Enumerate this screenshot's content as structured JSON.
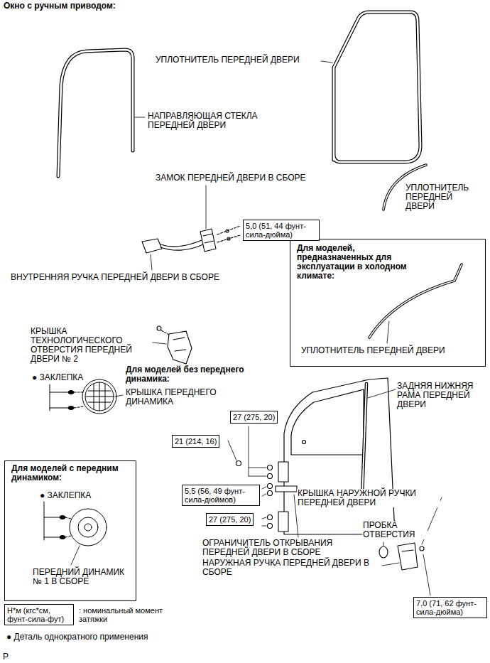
{
  "diagram": {
    "title": "Окно с ручным приводом:",
    "nodes": [
      {
        "text": [
          "Для моделей, предназначенных для эксплуатации в холодном климате:",
          "УПЛОТНИТЕЛЬ ПЕРЕДНЕЙ ДВЕРИ"
        ]
      },
      {
        "text": [
          "Для моделей с передним динамиком:",
          "● ЗАКЛЕПКА",
          "ПЕРЕДНИЙ ДИНАМИК № 1 В СБОРЕ"
        ]
      },
      {
        "text": [
          "5,0 (51, 44 фунт-сила-дюйма)"
        ]
      },
      {
        "text": [
          "27 (275, 20)"
        ]
      },
      {
        "text": [
          "21 (214, 16)"
        ]
      },
      {
        "text": [
          "5,5 (56, 49 фунт-сила-дюймов)"
        ]
      },
      {
        "text": [
          "27 (275, 20)"
        ]
      },
      {
        "text": [
          "7,0 (71, 62 фунт-сила-дюйма)"
        ]
      },
      {
        "text": [
          "Н*м (кгс*см, фунт-сила-фут)",
          ": номинальный момент затяжки"
        ]
      }
    ],
    "labels": [
      "УПЛОТНИТЕЛЬ ПЕРЕДНЕЙ ДВЕРИ",
      "НАПРАВЛЯЮЩАЯ СТЕКЛА ПЕРЕДНЕЙ ДВЕРИ",
      "ЗАМОК ПЕРЕДНЕЙ ДВЕРИ В СБОРЕ",
      "УПЛОТНИТЕЛЬ ПЕРЕДНЕЙ ДВЕРИ",
      "ВНУТРЕННЯЯ РУЧКА ПЕРЕДНЕЙ ДВЕРИ В СБОРЕ",
      "КРЫШКА ТЕХНОЛОГИЧЕСКОГО ОТВЕРСТИЯ ПЕРЕДНЕЙ ДВЕРИ № 2",
      "● ЗАКЛЕПКА",
      "Для моделей без переднего динамика:",
      "КРЫШКА ПЕРЕДНЕГО ДИНАМИКА",
      "ЗАДНЯЯ НИЖНЯЯ РАМА ПЕРЕДНЕЙ ДВЕРИ",
      "КРЫШКА НАРУЖНОЙ РУЧКИ ПЕРЕДНЕЙ ДВЕРИ",
      "ПРОБКА ОТВЕРСТИЯ",
      "ОГРАНИЧИТЕЛЬ ОТКРЫВАНИЯ ПЕРЕДНЕЙ ДВЕРИ В СБОРЕ",
      "НАРУЖНАЯ РУЧКА ПЕРЕДНЕЙ ДВЕРИ В СБОРЕ",
      "● Деталь однократного применения",
      "P"
    ]
  }
}
